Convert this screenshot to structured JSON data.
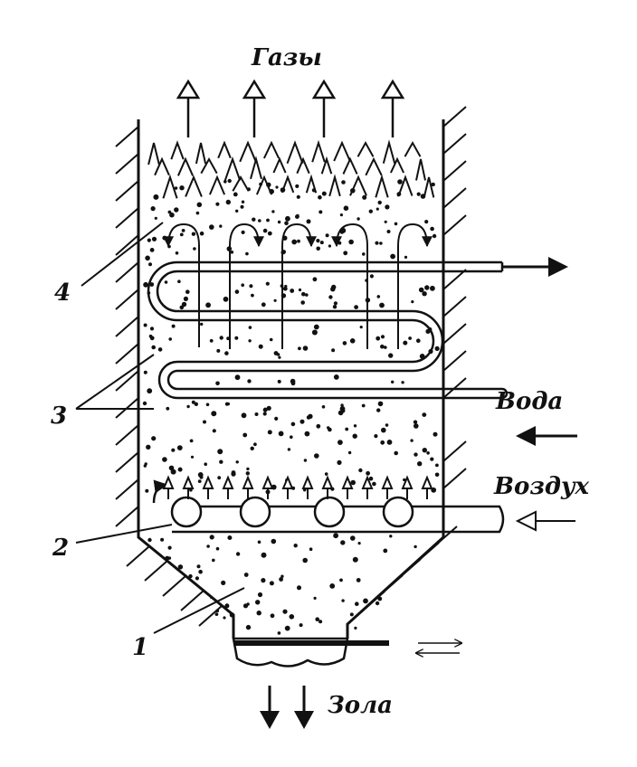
{
  "labels": {
    "gases": "Газы",
    "water": "Вода",
    "air": "Воздух",
    "ash": "Зола"
  },
  "callouts": {
    "bed": "1",
    "air_distributor": "2",
    "heat_exchanger": "3",
    "furnace_wall": "4"
  },
  "colors": {
    "ink": "#111111",
    "background": "#ffffff"
  }
}
